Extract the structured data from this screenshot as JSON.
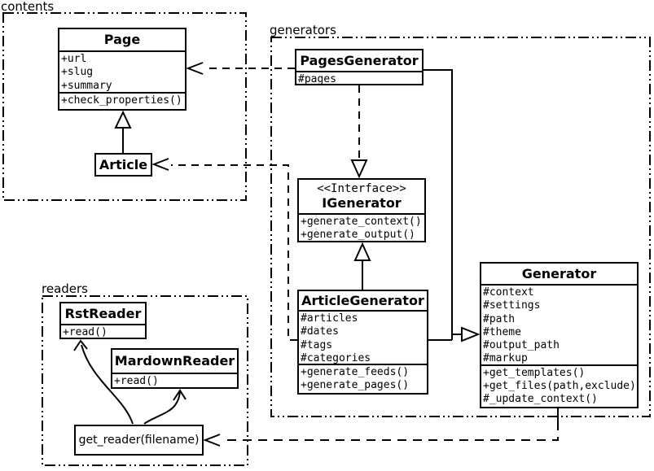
{
  "diagram": {
    "background": "#ffffff",
    "line_color": "#000000"
  },
  "packages": {
    "contents": {
      "label": "contents"
    },
    "generators": {
      "label": "generators"
    },
    "readers": {
      "label": "readers"
    }
  },
  "classes": {
    "page": {
      "name": "Page",
      "attrs": [
        "+url",
        "+slug",
        "+summary"
      ],
      "methods": [
        "+check_properties()"
      ]
    },
    "article": {
      "name": "Article"
    },
    "pages_generator": {
      "name": "PagesGenerator",
      "attrs": [
        "#pages"
      ]
    },
    "igenerator": {
      "stereotype": "<<Interface>>",
      "name": "IGenerator",
      "methods": [
        "+generate_context()",
        "+generate_output()"
      ]
    },
    "article_generator": {
      "name": "ArticleGenerator",
      "attrs": [
        "#articles",
        "#dates",
        "#tags",
        "#categories"
      ],
      "methods": [
        "+generate_feeds()",
        "+generate_pages()"
      ]
    },
    "generator": {
      "name": "Generator",
      "attrs": [
        "#context",
        "#settings",
        "#path",
        "#theme",
        "#output_path",
        "#markup"
      ],
      "methods": [
        "+get_templates()",
        "+get_files(path,exclude)",
        "#_update_context()"
      ]
    },
    "rst_reader": {
      "name": "RstReader",
      "methods": [
        "+read()"
      ]
    },
    "mardown_reader": {
      "name": "MardownReader",
      "methods": [
        "+read()"
      ]
    },
    "get_reader": {
      "name": "get_reader(filename)"
    }
  }
}
